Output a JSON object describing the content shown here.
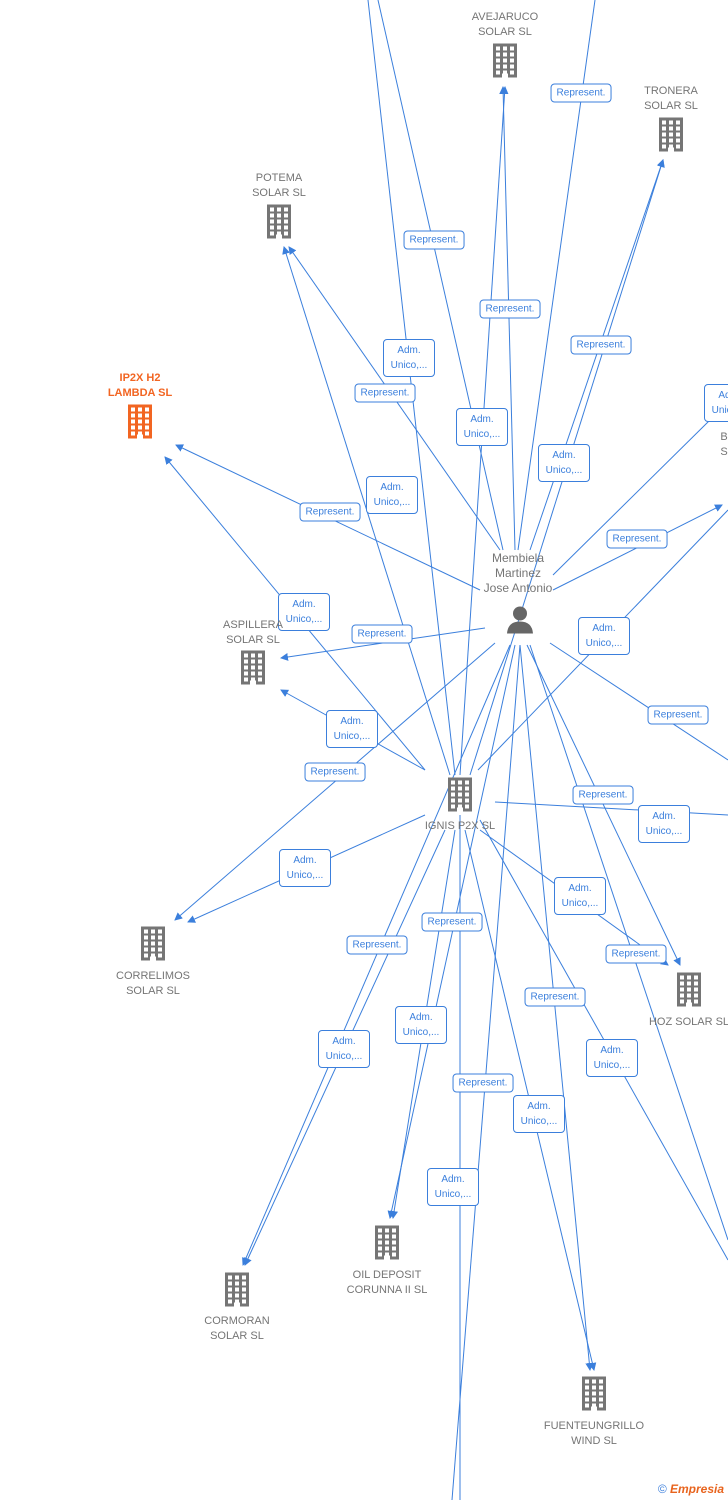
{
  "colors": {
    "edge": "#3b7fdc",
    "node": "#757575",
    "highlight": "#f26522"
  },
  "person": {
    "name_lines": [
      "Membiela",
      "Martinez",
      "Jose Antonio"
    ],
    "icon": "person-icon"
  },
  "companies": [
    {
      "id": "avejaruco",
      "lines": [
        "AVEJARUCO",
        "SOLAR  SL"
      ]
    },
    {
      "id": "tronera",
      "lines": [
        "TRONERA",
        "SOLAR  SL"
      ]
    },
    {
      "id": "potema",
      "lines": [
        "POTEMA",
        "SOLAR  SL"
      ]
    },
    {
      "id": "ip2x",
      "lines": [
        "IP2X H2",
        "LAMBDA  SL"
      ],
      "highlight": true
    },
    {
      "id": "aspillera",
      "lines": [
        "ASPILLERA",
        "SOLAR  SL"
      ]
    },
    {
      "id": "correlimos",
      "lines": [
        "CORRELIMOS",
        "SOLAR  SL"
      ]
    },
    {
      "id": "cormoran",
      "lines": [
        "CORMORAN",
        "SOLAR  SL"
      ]
    },
    {
      "id": "oil",
      "lines": [
        "OIL DEPOSIT",
        "CORUNNA II  SL"
      ]
    },
    {
      "id": "fuente",
      "lines": [
        "FUENTEUNGRILLO",
        "WIND  SL"
      ]
    },
    {
      "id": "hoz",
      "lines": [
        "HOZ SOLAR SL"
      ]
    },
    {
      "id": "ignis",
      "lines": [
        "IGNIS P2X  SL"
      ]
    },
    {
      "id": "b",
      "lines": [
        "B",
        "S"
      ]
    }
  ],
  "edge_labels": {
    "represent": "Represent.",
    "adm": [
      "Adm.",
      "Unico,..."
    ]
  },
  "copyright": {
    "symbol": "©",
    "brand": "Empresia"
  }
}
